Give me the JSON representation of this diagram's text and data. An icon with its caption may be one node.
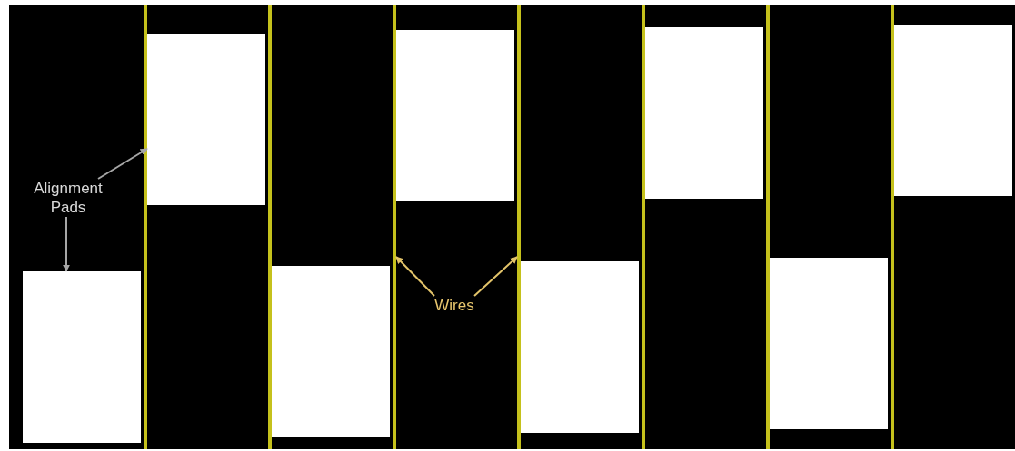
{
  "diagram": {
    "nodes": [
      {
        "text": [
          "Alignment Pads"
        ]
      },
      {
        "text": [],
        "shape": "box"
      },
      {
        "text": [],
        "shape": "box"
      },
      {
        "text": [],
        "shape": "box"
      },
      {
        "text": [],
        "shape": "box"
      },
      {
        "text": [],
        "shape": "box"
      },
      {
        "text": [],
        "shape": "box"
      },
      {
        "text": [],
        "shape": "box"
      },
      {
        "text": [],
        "shape": "box"
      },
      {
        "text": [
          "Wires"
        ]
      },
      {
        "text": [],
        "shape": "bar"
      },
      {
        "text": [],
        "shape": "bar"
      },
      {
        "text": [],
        "shape": "bar"
      },
      {
        "text": [],
        "shape": "bar"
      },
      {
        "text": [],
        "shape": "bar"
      },
      {
        "text": [],
        "shape": "bar"
      },
      {
        "text": [],
        "shape": "bar"
      }
    ],
    "edges": [
      {
        "from": 0,
        "to": 2,
        "arrow": "to",
        "color": "#a6a6a6"
      },
      {
        "from": 0,
        "to": 1,
        "arrow": "to",
        "color": "#a6a6a6"
      },
      {
        "from": 9,
        "to": 12,
        "arrow": "to",
        "color": "#e3c46a"
      },
      {
        "from": 9,
        "to": 13,
        "arrow": "to",
        "color": "#e3c46a"
      }
    ]
  }
}
